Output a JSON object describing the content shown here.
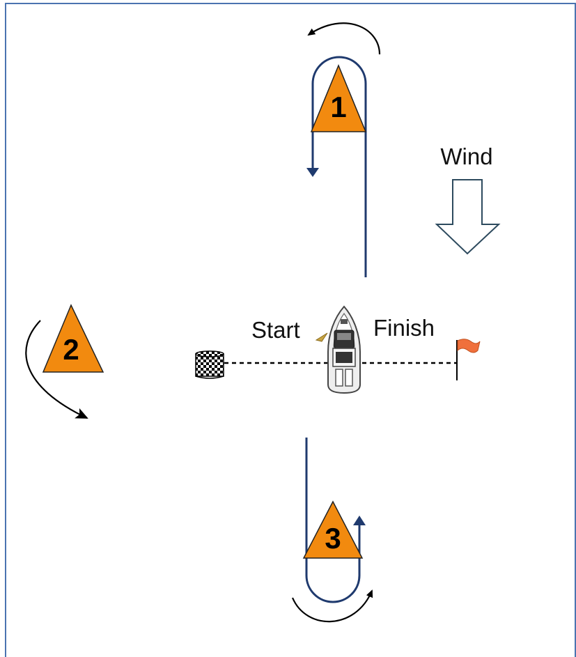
{
  "labels": {
    "wind": "Wind",
    "start": "Start",
    "finish": "Finish"
  },
  "marks": [
    {
      "number": "1"
    },
    {
      "number": "2"
    },
    {
      "number": "3"
    }
  ],
  "colors": {
    "mark_fill": "#f28a0f",
    "course_line": "#1f3a6e",
    "frame_border": "#4a73b0",
    "rotation_arrow": "#000000",
    "finish_flag": "#f0703c"
  },
  "icons": {
    "wind_arrow": "down-arrow-outline",
    "start_pin": "checkered-buoy",
    "committee_boat": "motor-boat-top-view",
    "finish_pin": "orange-flag"
  }
}
